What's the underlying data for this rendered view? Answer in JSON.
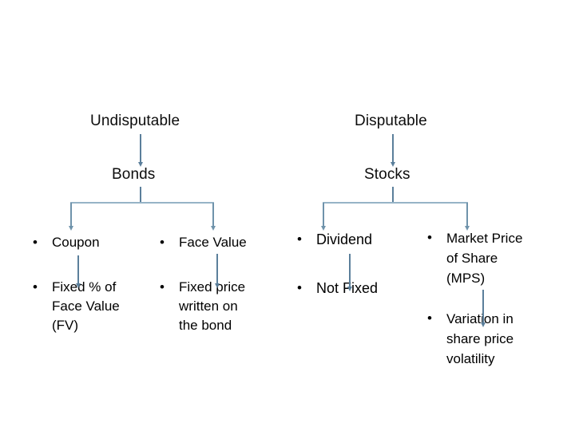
{
  "slide": {
    "title_row": {
      "left": "Undisputable",
      "right": "Disputable"
    },
    "category_row": {
      "left": "Bonds",
      "right": "Stocks"
    },
    "columns": [
      {
        "name": "coupon",
        "items": [
          "Coupon",
          "Fixed % of\nFace Value\n(FV)"
        ]
      },
      {
        "name": "face-value",
        "items": [
          "Face Value",
          "Fixed price\nwritten on\nthe bond"
        ]
      },
      {
        "name": "dividend",
        "items": [
          "Dividend",
          "Not Fixed"
        ]
      },
      {
        "name": "market-price-of-share",
        "items": [
          "Market Price\nof Share\n(MPS)",
          "Variation in\nshare price\nvolatility"
        ]
      }
    ],
    "bullet_glyph": "•",
    "colors": {
      "arrow": "#5b7f9b",
      "branch_leg": "#6f93ab",
      "branch_bar": "#96b3c6",
      "text": "#000000",
      "background": "#ffffff"
    }
  }
}
